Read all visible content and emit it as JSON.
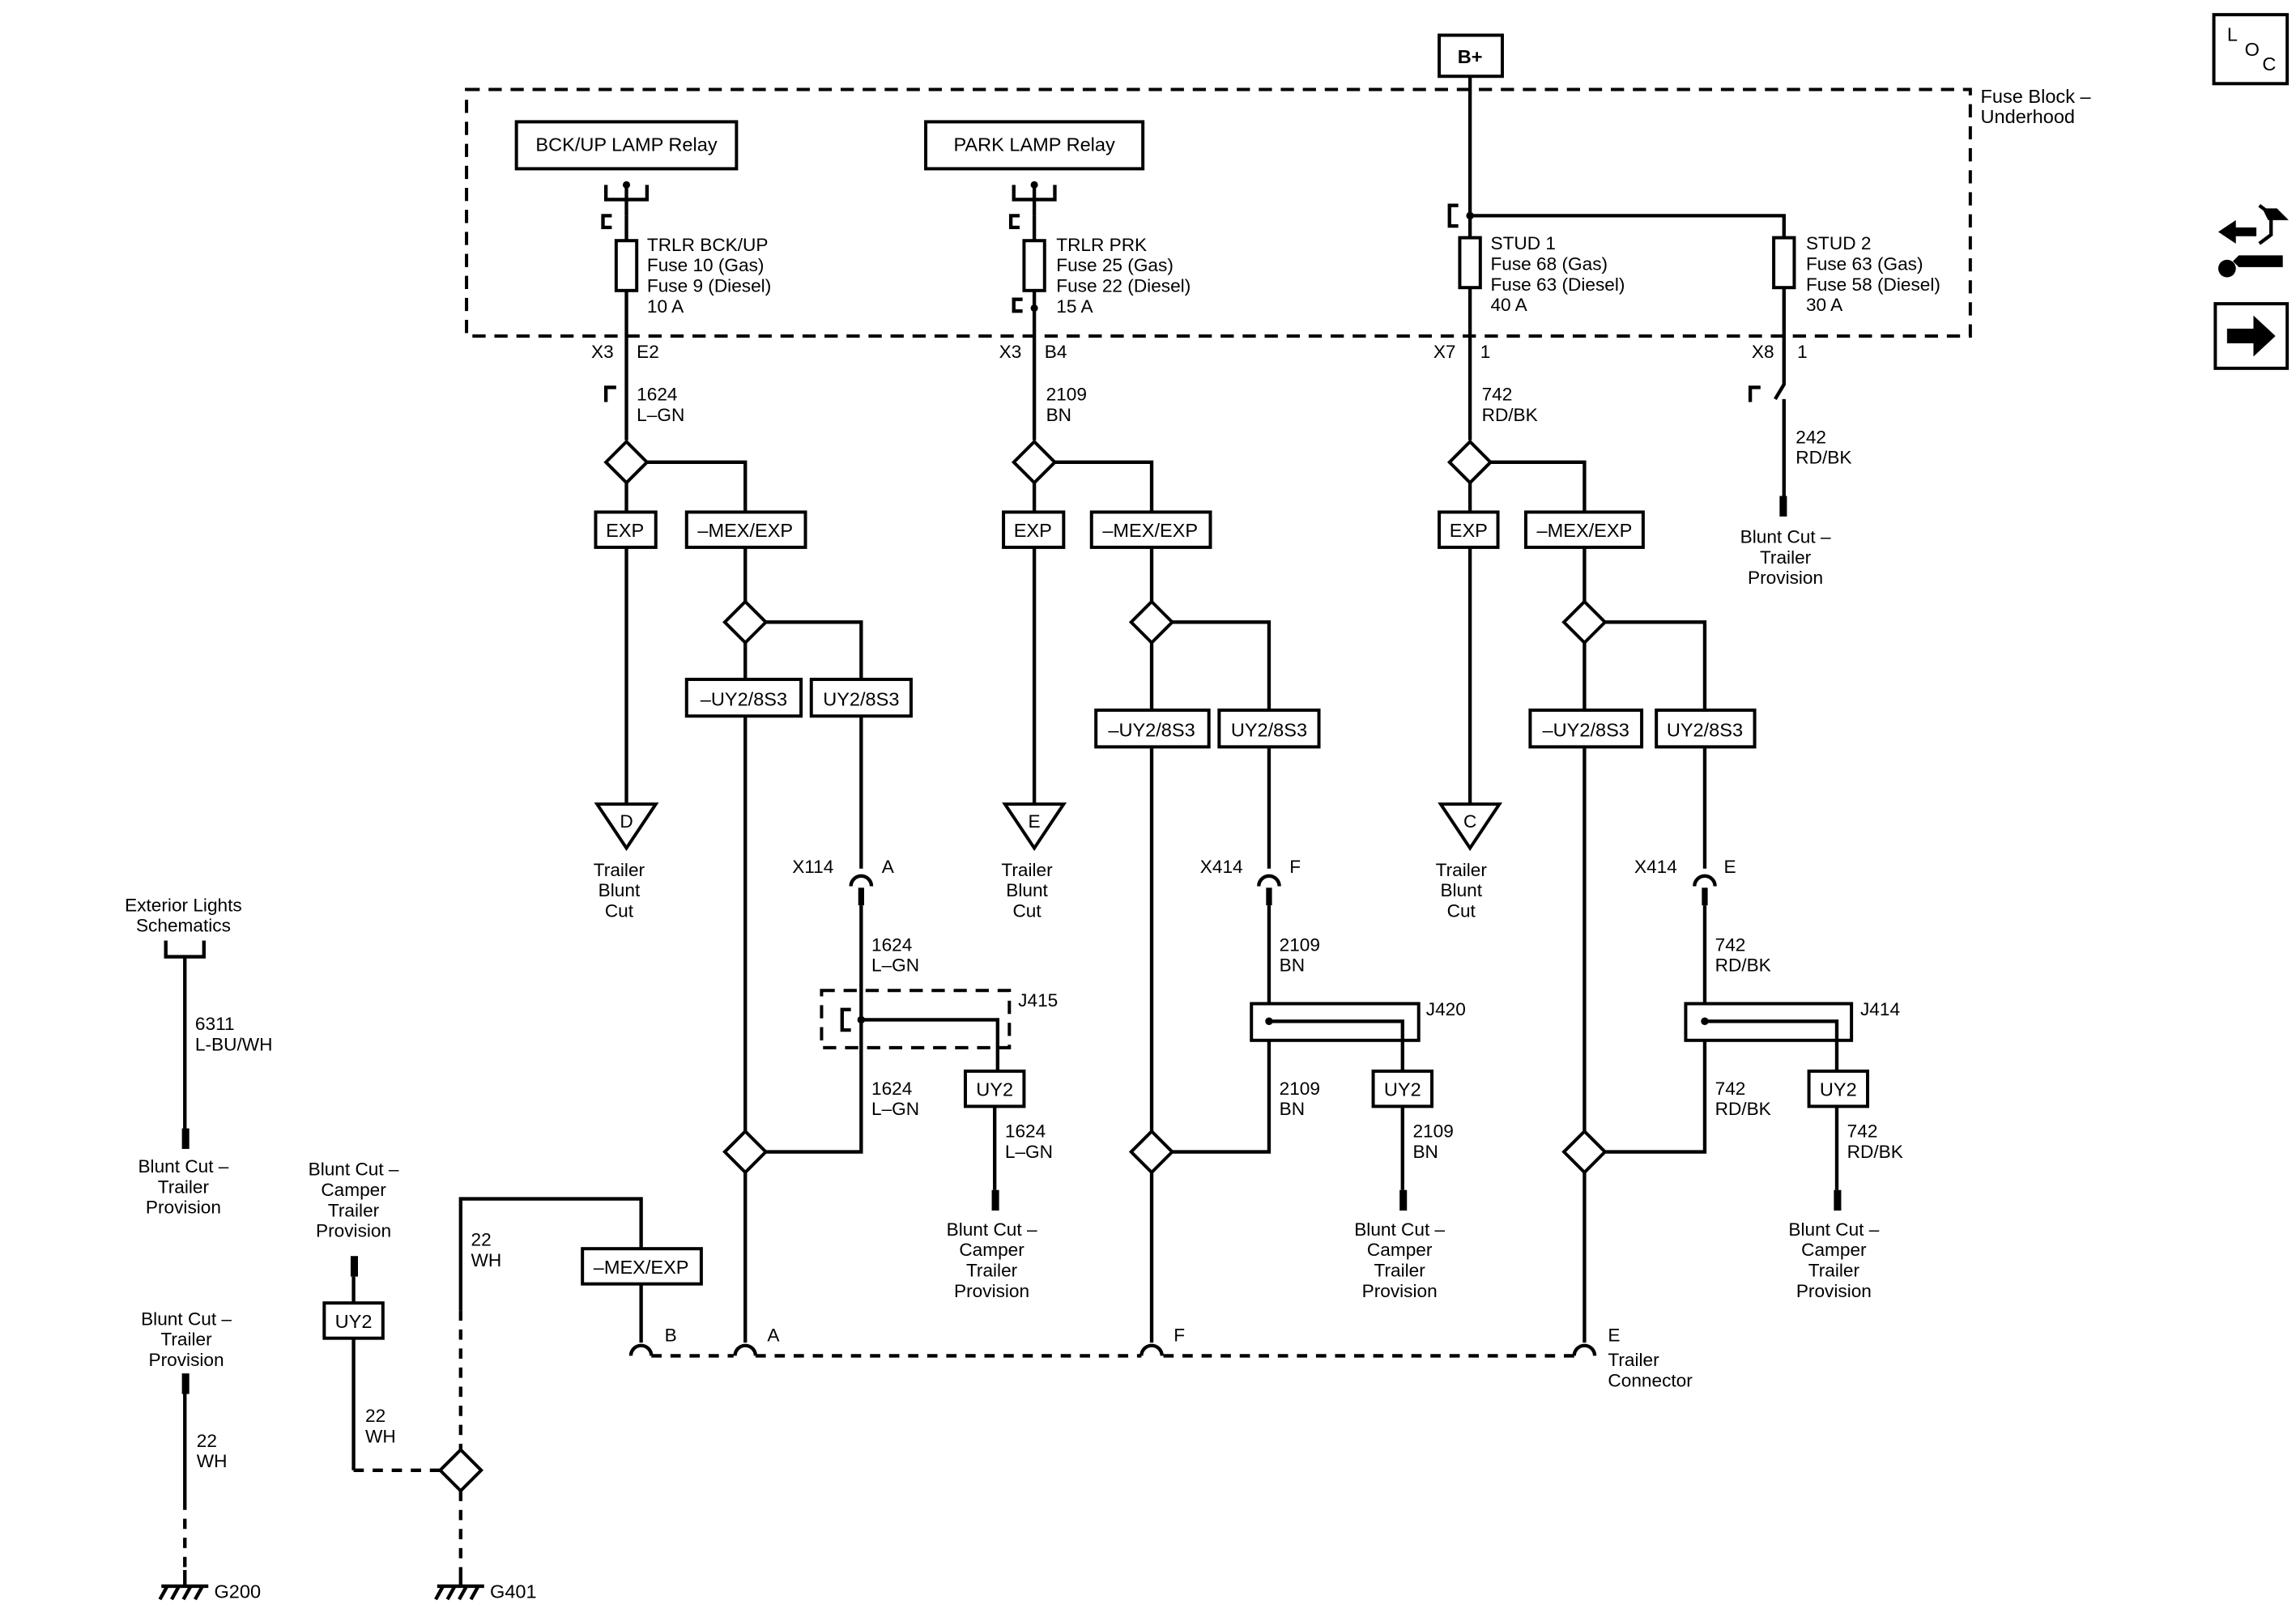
{
  "fuse_block": {
    "label_lines": [
      "Fuse Block –",
      "Underhood"
    ],
    "supply": "B+",
    "relays": [
      "BCK/UP LAMP Relay",
      "PARK LAMP Relay"
    ],
    "fuses": [
      {
        "lines": [
          "TRLR BCK/UP",
          "Fuse 10 (Gas)",
          "Fuse 9 (Diesel)",
          "10 A"
        ],
        "connector": "X3",
        "pin": "E2"
      },
      {
        "lines": [
          "TRLR PRK",
          "Fuse 25 (Gas)",
          "Fuse 22 (Diesel)",
          "15 A"
        ],
        "connector": "X3",
        "pin": "B4"
      },
      {
        "lines": [
          "STUD 1",
          "Fuse 68 (Gas)",
          "Fuse 63 (Diesel)",
          "40 A"
        ],
        "connector": "X7",
        "pin": "1"
      },
      {
        "lines": [
          "STUD 2",
          "Fuse 63 (Gas)",
          "Fuse 58 (Diesel)",
          "30 A"
        ],
        "connector": "X8",
        "pin": "1"
      }
    ]
  },
  "wires": {
    "w1624": [
      "1624",
      "L–GN"
    ],
    "w2109": [
      "2109",
      "BN"
    ],
    "w742": [
      "742",
      "RD/BK"
    ],
    "w242": [
      "242",
      "RD/BK"
    ],
    "w6311": [
      "6311",
      "L-BU/WH"
    ],
    "w22": [
      "22",
      "WH"
    ]
  },
  "options": {
    "exp": "EXP",
    "mex_exp": "–MEX/EXP",
    "not_uy2_8s3": "–UY2/8S3",
    "uy2_8s3": "UY2/8S3",
    "uy2": "UY2"
  },
  "connectors": {
    "x114": {
      "name": "X114",
      "pin": "A"
    },
    "x414_f": {
      "name": "X414",
      "pin": "F"
    },
    "x414_e": {
      "name": "X414",
      "pin": "E"
    }
  },
  "splices": [
    "J415",
    "J420",
    "J414"
  ],
  "offpage": {
    "d": {
      "letter": "D",
      "lines": [
        "Trailer",
        "Blunt",
        "Cut"
      ]
    },
    "e": {
      "letter": "E",
      "lines": [
        "Trailer",
        "Blunt",
        "Cut"
      ]
    },
    "c": {
      "letter": "C",
      "lines": [
        "Trailer",
        "Blunt",
        "Cut"
      ]
    }
  },
  "blunt_cut_trailer": [
    "Blunt Cut –",
    "Trailer",
    "Provision"
  ],
  "blunt_cut_camper": [
    "Blunt Cut –",
    "Camper",
    "Trailer",
    "Provision"
  ],
  "exterior_lights": [
    "Exterior Lights",
    "Schematics"
  ],
  "trailer_connector": {
    "pins": [
      "B",
      "A",
      "F",
      "E"
    ],
    "label": [
      "Trailer",
      "Connector"
    ]
  },
  "grounds": [
    "G200",
    "G401"
  ],
  "side_icons": {
    "loc": {
      "l": "L",
      "o": "O",
      "c": "C"
    },
    "tool": "connector-tool-icon",
    "arrow": "right-arrow-icon"
  }
}
